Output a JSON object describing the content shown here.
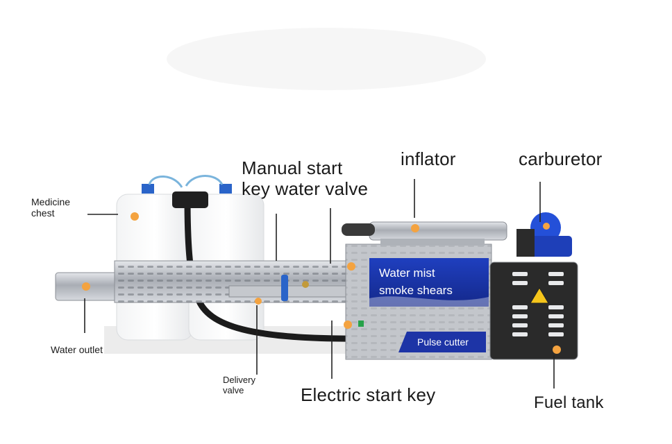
{
  "labels": {
    "medicine_chest": "Medicine\nchest",
    "water_outlet": "Water outlet",
    "delivery_valve": "Delivery\nvalve",
    "manual_start": "Manual start\nkey water valve",
    "inflator": "inflator",
    "carburetor": "carburetor",
    "electric_start": "Electric start key",
    "fuel_tank": "Fuel tank"
  },
  "machine_panel": {
    "line1": "Water mist",
    "line2": "smoke shears",
    "badge": "Pulse cutter"
  },
  "colors": {
    "marker": "#f4a340",
    "panel": "#1d3aa8",
    "steel": "#b8bcc2",
    "carburetor": "#2450d8"
  }
}
